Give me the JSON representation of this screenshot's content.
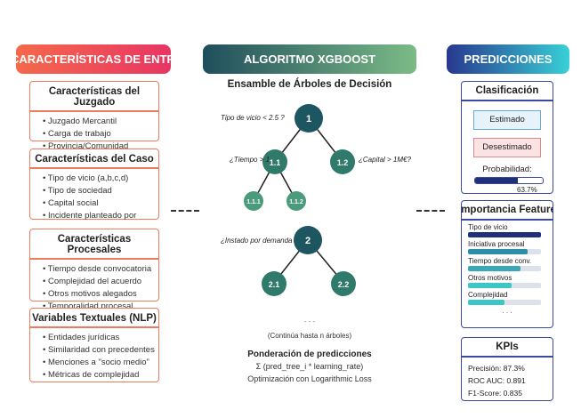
{
  "banners": {
    "left": "CARACTERÍSTICAS DE ENTRADA",
    "middle": "ALGORITMO XGBOOST",
    "right": "PREDICCIONES"
  },
  "inputs": [
    {
      "title": "Características del Juzgado",
      "items": [
        "Juzgado Mercantil",
        "Carga de trabajo",
        "Provincia/Comunidad"
      ]
    },
    {
      "title": "Características del Caso",
      "items": [
        "Tipo de vicio (a,b,c,d)",
        "Tipo de sociedad",
        "Capital social",
        "Incidente planteado por"
      ]
    },
    {
      "title": "Características Procesales",
      "items": [
        "Tiempo desde convocatoria",
        "Complejidad del acuerdo",
        "Otros motivos alegados",
        "Temporalidad procesal"
      ]
    },
    {
      "title": "Variables Textuales (NLP)",
      "items": [
        "Entidades jurídicas",
        "Similaridad con precedentes",
        "Menciones a \"socio medio\"",
        "Métricas de complejidad"
      ]
    }
  ],
  "algorithm": {
    "title": "Ensamble de Árboles de Decisión",
    "tree1": {
      "root": "1",
      "left": "1.1",
      "right": "1.2",
      "leaf1": "1.1.1",
      "leaf2": "1.1.2",
      "q_root": "Tipo de vicio < 2.5 ?",
      "q_left": "¿Tiempo > 1",
      "q_right": "¿Capital > 1M€?"
    },
    "tree2": {
      "root": "2",
      "left": "2.1",
      "right": "2.2",
      "q_root": "¿Instado por demanda"
    },
    "ellipsis": ". . .",
    "continue": "(Continúa hasta n árboles)",
    "weight_title": "Ponderación de predicciones",
    "formula": "Σ (pred_tree_i * learning_rate)",
    "optimization": "Optimización con Logarithmic Loss"
  },
  "classification": {
    "title": "Clasificación",
    "estimado": "Estimado",
    "desestimado": "Desestimado",
    "prob_label": "Probabilidad:",
    "prob_value": 0.637,
    "prob_text": "63.7%"
  },
  "features": {
    "title": "Importancia Features",
    "items": [
      {
        "name": "Tipo de vicio",
        "value": 1.0,
        "color": "#1f2f7a"
      },
      {
        "name": "Iniciativa procesal",
        "value": 0.82,
        "color": "#2b8fa8"
      },
      {
        "name": "Tiempo desde conv.",
        "value": 0.72,
        "color": "#3aa8b8"
      },
      {
        "name": "Otros motivos",
        "value": 0.6,
        "color": "#3cc7c6"
      },
      {
        "name": "Complejidad",
        "value": 0.5,
        "color": "#3cc7c6"
      }
    ],
    "ellipsis": ". . ."
  },
  "kpis": {
    "title": "KPIs",
    "items": [
      "Precisión: 87.3%",
      "ROC AUC: 0.891",
      "F1-Score: 0.835"
    ]
  },
  "colors": {
    "tree_node_dark": "#1d5661",
    "tree_node_mid": "#2f7a6a",
    "tree_node_light": "#4a9a7c"
  }
}
